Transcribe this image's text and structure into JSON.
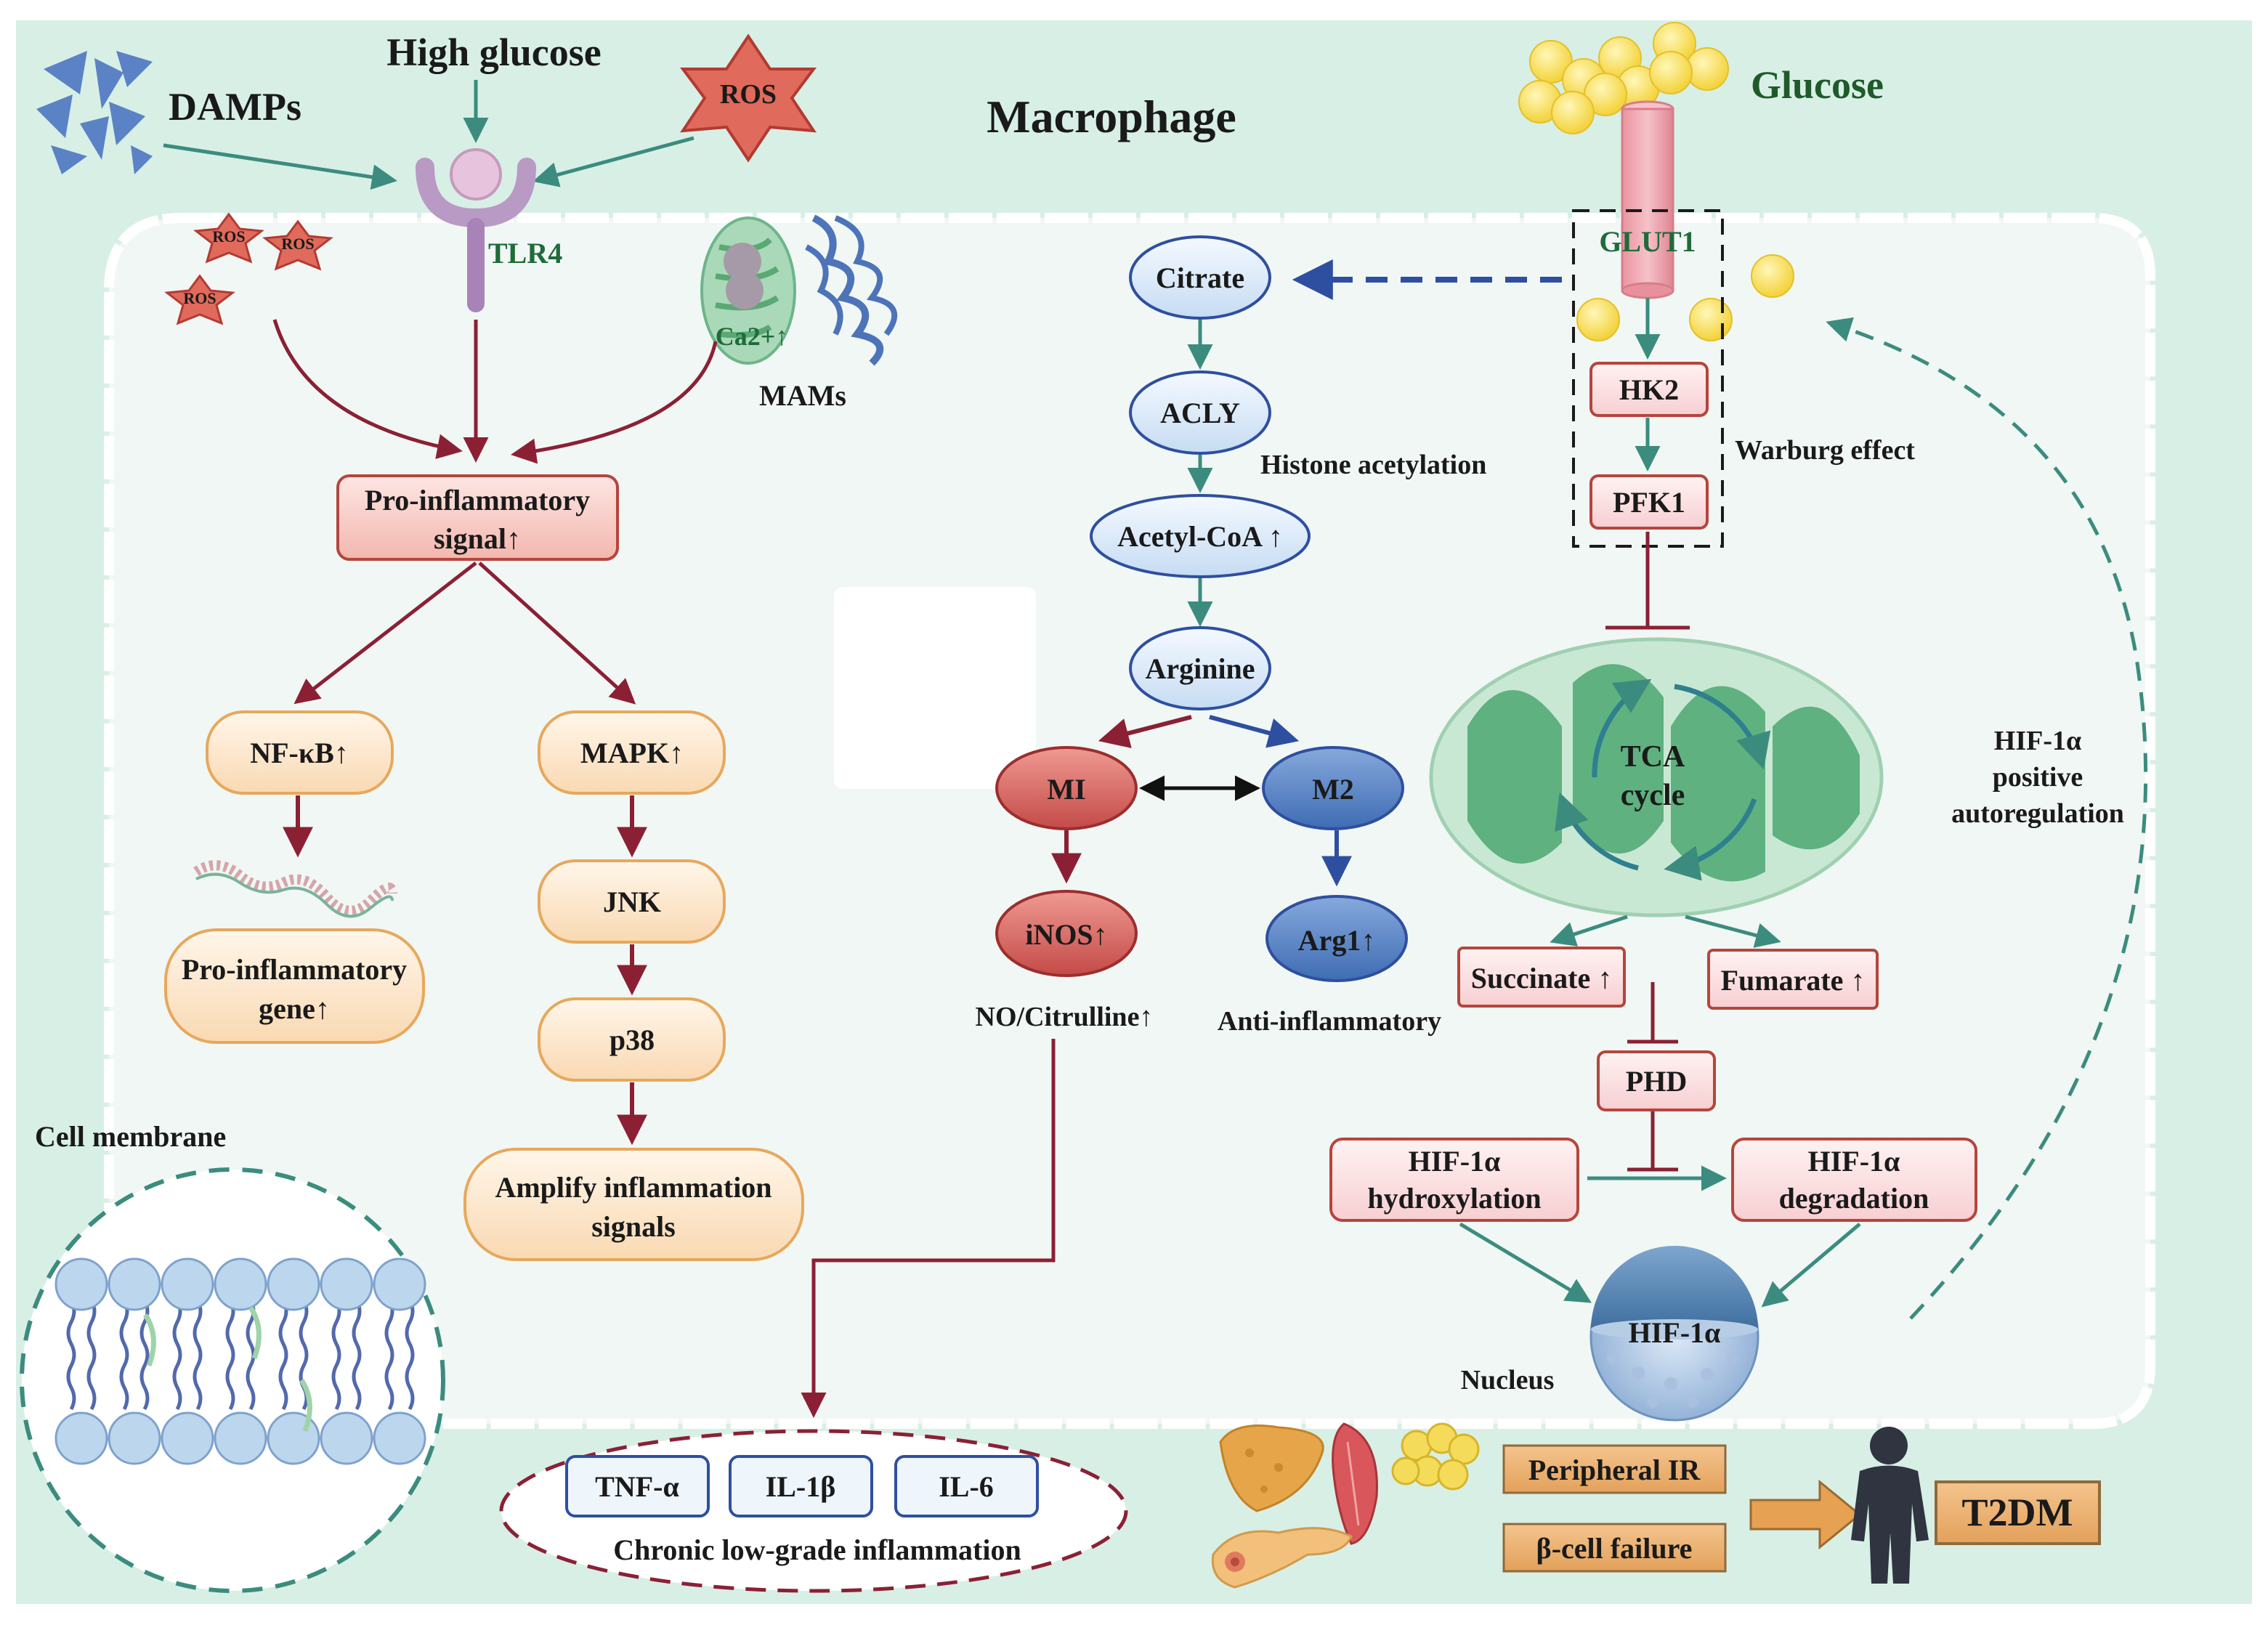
{
  "title": "Macrophage",
  "stimuli": {
    "damps": "DAMPs",
    "high_glucose": "High glucose",
    "ros": "ROS",
    "glucose": "Glucose"
  },
  "receptors": {
    "tlr4": "TLR4",
    "glut1": "GLUT1",
    "ca": "Ca2+↑",
    "mams": "MAMs",
    "ros_small": "ROS"
  },
  "left_path": {
    "signal_line1": "Pro-inflammatory",
    "signal_line2": "signal↑",
    "nfkb": "NF-κB↑",
    "mapk": "MAPK↑",
    "jnk": "JNK",
    "p38": "p38",
    "gene_line1": "Pro-inflammatory",
    "gene_line2": "gene↑",
    "amplify_line1": "Amplify inflammation",
    "amplify_line2": "signals",
    "membrane": "Cell membrane"
  },
  "middle_path": {
    "citrate": "Citrate",
    "acly": "ACLY",
    "histone": "Histone acetylation",
    "acetyl": "Acetyl-CoA ↑",
    "arginine": "Arginine",
    "m1": "MI",
    "m2": "M2",
    "inos": "iNOS↑",
    "arg1": "Arg1↑",
    "no": "NO/Citrulline↑",
    "anti": "Anti-inflammatory"
  },
  "right_path": {
    "hk2": "HK2",
    "pfk1": "PFK1",
    "warburg": "Warburg effect",
    "tca_line1": "TCA",
    "tca_line2": "cycle",
    "succinate": "Succinate ↑",
    "fumarate": "Fumarate ↑",
    "phd": "PHD",
    "hyd_line1": "HIF-1α",
    "hyd_line2": "hydroxylation",
    "deg_line1": "HIF-1α",
    "deg_line2": "degradation",
    "nucleus_label": "HIF-1α",
    "nucleus": "Nucleus",
    "auto_line1": "HIF-1α",
    "auto_line2": "positive",
    "auto_line3": "autoregulation"
  },
  "bottom": {
    "tnf": "TNF-α",
    "il1b": "IL-1β",
    "il6": "IL-6",
    "chronic": "Chronic low-grade inflammation",
    "peripheral_ir": "Peripheral IR",
    "beta_cell": "β-cell failure",
    "t2dm": "T2DM"
  },
  "colors": {
    "background": "#d8efe6",
    "cell_fill": "#f1f7f4",
    "dark_red": "#8b2035",
    "teal": "#3b8c7e",
    "blue_dash": "#2e4fa0",
    "orange_box": "#fdebd3",
    "glucose_yellow": "#f8de5a"
  }
}
